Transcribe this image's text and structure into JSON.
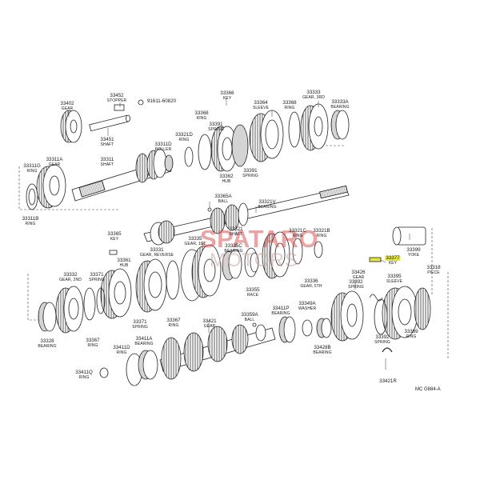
{
  "diagram": {
    "code": "MC G884-A",
    "watermark": {
      "brand": "SPATARO",
      "sub": "MOTORS",
      "color": "#d84a4a"
    },
    "labels": [
      {
        "id": "l-33402",
        "num": "33402",
        "name": "GEAR"
      },
      {
        "id": "l-33452",
        "num": "33452",
        "name": "STOPPER"
      },
      {
        "id": "l-91611",
        "num": "91611-60820",
        "name": ""
      },
      {
        "id": "l-33451",
        "num": "33451",
        "name": "SHAFT"
      },
      {
        "id": "l-33366",
        "num": "33366",
        "name": "KEY"
      },
      {
        "id": "l-33364",
        "num": "33364",
        "name": "SLEEVE"
      },
      {
        "id": "l-33368a",
        "num": "33368",
        "name": "RING"
      },
      {
        "id": "l-33333",
        "num": "33333",
        "name": "GEAR, 3RD"
      },
      {
        "id": "l-33333a",
        "num": "33333A",
        "name": "BEARING"
      },
      {
        "id": "l-33368b",
        "num": "33368",
        "name": "RING"
      },
      {
        "id": "l-33391a",
        "num": "33391",
        "name": "SPRING"
      },
      {
        "id": "l-33321d",
        "num": "33321D",
        "name": "RING"
      },
      {
        "id": "l-33311d",
        "num": "33311D",
        "name": "ROLLER"
      },
      {
        "id": "l-33311a",
        "num": "33311A",
        "name": "GEAR"
      },
      {
        "id": "l-33311g",
        "num": "33311G",
        "name": "RING"
      },
      {
        "id": "l-33311",
        "num": "33311",
        "name": "SHAFT"
      },
      {
        "id": "l-33362",
        "num": "33362",
        "name": "HUB"
      },
      {
        "id": "l-33391b",
        "num": "33391",
        "name": "SPRING"
      },
      {
        "id": "l-33311b",
        "num": "33311B",
        "name": "RING"
      },
      {
        "id": "l-33365a",
        "num": "33365A",
        "name": "BALL"
      },
      {
        "id": "l-33321v",
        "num": "33321V",
        "name": "BEARING"
      },
      {
        "id": "l-33365",
        "num": "33365",
        "name": "KEY"
      },
      {
        "id": "l-33321c",
        "num": "33321C",
        "name": "RING"
      },
      {
        "id": "l-33321b",
        "num": "33321B",
        "name": "RING"
      },
      {
        "id": "l-33321",
        "num": "33321",
        "name": "SHAFT"
      },
      {
        "id": "l-33335",
        "num": "33335",
        "name": "GEAR, 1ST"
      },
      {
        "id": "l-33335c",
        "num": "33335C",
        "name": "BEARING"
      },
      {
        "id": "l-33331",
        "num": "33331",
        "name": "GEAR, REVERSE"
      },
      {
        "id": "l-33361",
        "num": "33361",
        "name": "HUB"
      },
      {
        "id": "l-33399",
        "num": "33399",
        "name": "YOKE"
      },
      {
        "id": "l-33377",
        "num": "33377",
        "name": "KEY"
      },
      {
        "id": "l-33318",
        "num": "33318",
        "name": "PIECE"
      },
      {
        "id": "l-33332",
        "num": "33332",
        "name": "GEAR, 2ND"
      },
      {
        "id": "l-33371a",
        "num": "33371",
        "name": "SPRING"
      },
      {
        "id": "l-33355",
        "num": "33355",
        "name": "RACE"
      },
      {
        "id": "l-33336",
        "num": "33336",
        "name": "GEAR, 5TH"
      },
      {
        "id": "l-33426",
        "num": "33426",
        "name": "GEAR"
      },
      {
        "id": "l-33392a",
        "num": "33392",
        "name": "SPRING"
      },
      {
        "id": "l-33395",
        "num": "33395",
        "name": "SLEEVE"
      },
      {
        "id": "l-33367a",
        "num": "33367",
        "name": "RING"
      },
      {
        "id": "l-33411p",
        "num": "33411P",
        "name": "BEARING"
      },
      {
        "id": "l-33349a",
        "num": "33349A",
        "name": "WASHER"
      },
      {
        "id": "l-33359a",
        "num": "33359A",
        "name": "BALL"
      },
      {
        "id": "l-33371b",
        "num": "33371",
        "name": "SPRING"
      },
      {
        "id": "l-33421",
        "num": "33421",
        "name": "GEAR"
      },
      {
        "id": "l-33328",
        "num": "33328",
        "name": "BEARING"
      },
      {
        "id": "l-33367b",
        "num": "33367",
        "name": "RING"
      },
      {
        "id": "l-33411d",
        "num": "33411D",
        "name": "RING"
      },
      {
        "id": "l-33411a",
        "num": "33411A",
        "name": "BEARING"
      },
      {
        "id": "l-33428b",
        "num": "33428B",
        "name": "BEARING"
      },
      {
        "id": "l-33369",
        "num": "33369",
        "name": "RING"
      },
      {
        "id": "l-33392b",
        "num": "33392",
        "name": "SPRING"
      },
      {
        "id": "l-33411q",
        "num": "33411Q",
        "name": "RING"
      },
      {
        "id": "l-33421r",
        "num": "33421R",
        "name": ""
      }
    ]
  }
}
